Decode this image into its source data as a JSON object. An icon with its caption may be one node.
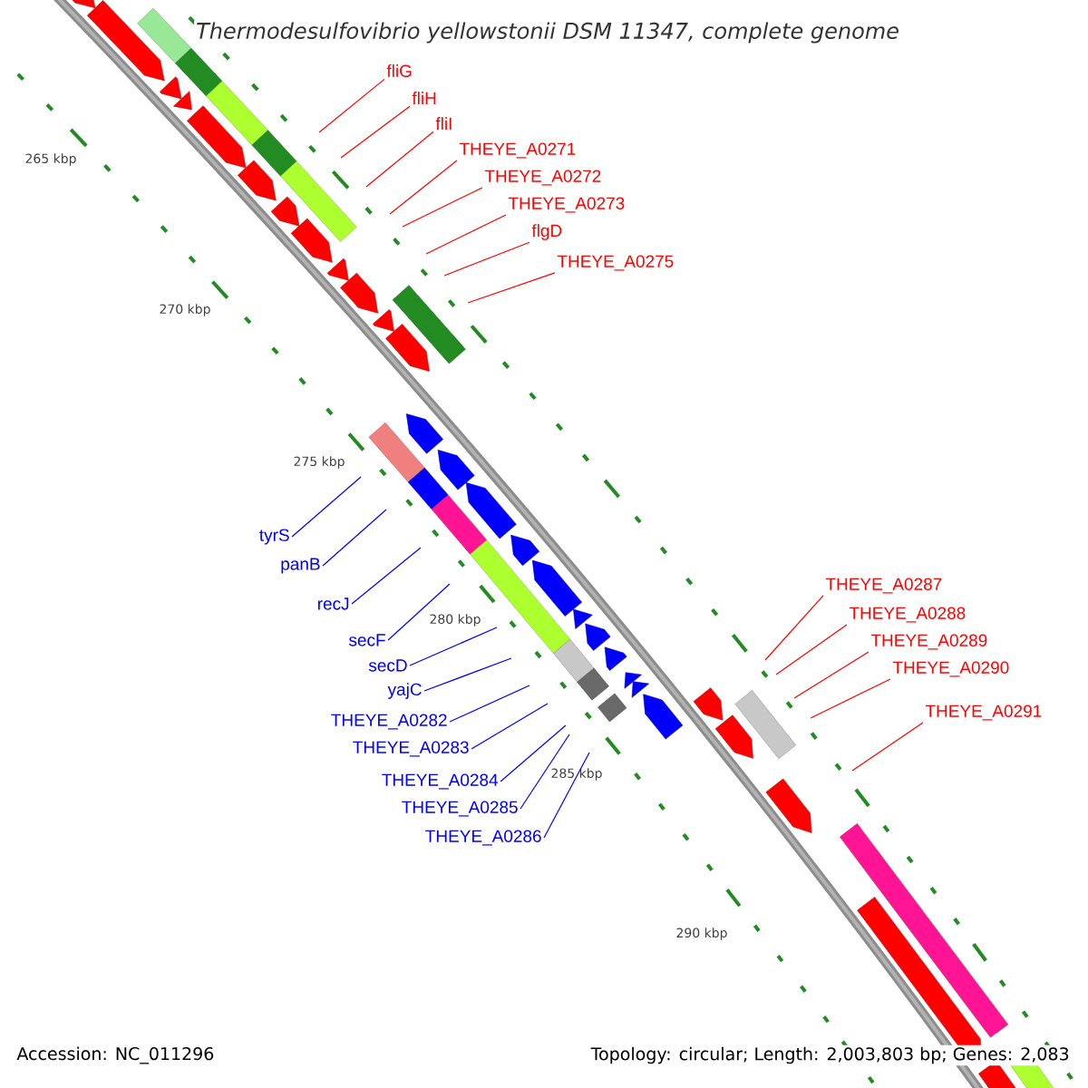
{
  "diagram": {
    "title": "Thermodesulfovibrio yellowstonii DSM 11347, complete genome",
    "nodes": [
      {
        "text": [
          "fliG"
        ]
      },
      {
        "text": [
          "fliH"
        ]
      },
      {
        "text": [
          "fliI"
        ]
      },
      {
        "text": [
          "THEYE_A0271"
        ]
      },
      {
        "text": [
          "THEYE_A0272"
        ]
      },
      {
        "text": [
          "THEYE_A0273"
        ]
      },
      {
        "text": [
          "flgD"
        ]
      },
      {
        "text": [
          "THEYE_A0275"
        ]
      },
      {
        "text": [
          "tyrS"
        ]
      },
      {
        "text": [
          "panB"
        ]
      },
      {
        "text": [
          "recJ"
        ]
      },
      {
        "text": [
          "secF"
        ]
      },
      {
        "text": [
          "secD"
        ]
      },
      {
        "text": [
          "yajC"
        ]
      },
      {
        "text": [
          "THEYE_A0282"
        ]
      },
      {
        "text": [
          "THEYE_A0283"
        ]
      },
      {
        "text": [
          "THEYE_A0284"
        ]
      },
      {
        "text": [
          "THEYE_A0285"
        ]
      },
      {
        "text": [
          "THEYE_A0286"
        ]
      },
      {
        "text": [
          "THEYE_A0287"
        ]
      },
      {
        "text": [
          "THEYE_A0288"
        ]
      },
      {
        "text": [
          "THEYE_A0289"
        ]
      },
      {
        "text": [
          "THEYE_A0290"
        ]
      },
      {
        "text": [
          "THEYE_A0291"
        ]
      }
    ],
    "edges": [
      {
        "from": 0,
        "to": null,
        "arrow": "none"
      },
      {
        "from": 1,
        "to": null,
        "arrow": "none"
      },
      {
        "from": 2,
        "to": null,
        "arrow": "none"
      },
      {
        "from": 3,
        "to": null,
        "arrow": "none"
      },
      {
        "from": 4,
        "to": null,
        "arrow": "none"
      },
      {
        "from": 5,
        "to": null,
        "arrow": "none"
      },
      {
        "from": 6,
        "to": null,
        "arrow": "none"
      },
      {
        "from": 7,
        "to": null,
        "arrow": "none"
      },
      {
        "from": 8,
        "to": null,
        "arrow": "none",
        "color": "#0000ff"
      },
      {
        "from": 9,
        "to": null,
        "arrow": "none",
        "color": "#0000ff"
      },
      {
        "from": 10,
        "to": null,
        "arrow": "none",
        "color": "#0000ff"
      },
      {
        "from": 11,
        "to": null,
        "arrow": "none",
        "color": "#0000ff"
      },
      {
        "from": 12,
        "to": null,
        "arrow": "none",
        "color": "#0000ff"
      },
      {
        "from": 13,
        "to": null,
        "arrow": "none",
        "color": "#0000ff"
      },
      {
        "from": 14,
        "to": null,
        "arrow": "none",
        "color": "#0000ff"
      },
      {
        "from": 15,
        "to": null,
        "arrow": "none",
        "color": "#0000ff"
      },
      {
        "from": 16,
        "to": null,
        "arrow": "none",
        "color": "#0000ff"
      },
      {
        "from": 17,
        "to": null,
        "arrow": "none",
        "color": "#0000ff"
      },
      {
        "from": 18,
        "to": null,
        "arrow": "none",
        "color": "#0000ff"
      },
      {
        "from": 19,
        "to": null,
        "arrow": "none"
      },
      {
        "from": 20,
        "to": null,
        "arrow": "none"
      },
      {
        "from": 21,
        "to": null,
        "arrow": "none"
      },
      {
        "from": 22,
        "to": null,
        "arrow": "none"
      },
      {
        "from": 23,
        "to": null,
        "arrow": "none"
      }
    ],
    "labels": [
      "265 kbp",
      "270 kbp",
      "275 kbp",
      "280 kbp",
      "285 kbp",
      "290 kbp",
      "Accession: NC_011296",
      "Topology: circular; Length: 2,003,803 bp; Genes: 2,083"
    ]
  }
}
